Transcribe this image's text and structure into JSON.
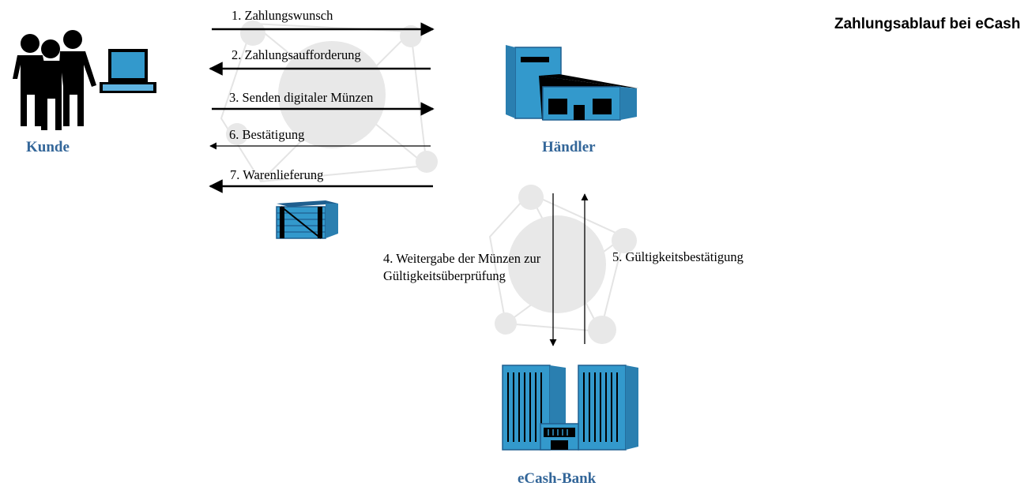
{
  "title": "Zahlungsablauf bei eCash",
  "actors": {
    "customer": "Kunde",
    "merchant": "Händler",
    "bank": "eCash-Bank"
  },
  "steps": {
    "s1": "1. Zahlungswunsch",
    "s2": "2. Zahlungsaufforderung",
    "s3": "3. Senden digitaler Münzen",
    "s4": "4. Weitergabe der Münzen zur Gültigkeitsüberprüfung",
    "s5": "5. Gültigkeitsbestätigung",
    "s6": "6. Bestätigung",
    "s7": "7. Warenlieferung"
  },
  "colors": {
    "accent": "#336699",
    "icon_blue": "#3399cc",
    "icon_dark": "#1f5f8f",
    "watermark": "#e6e6e6"
  }
}
